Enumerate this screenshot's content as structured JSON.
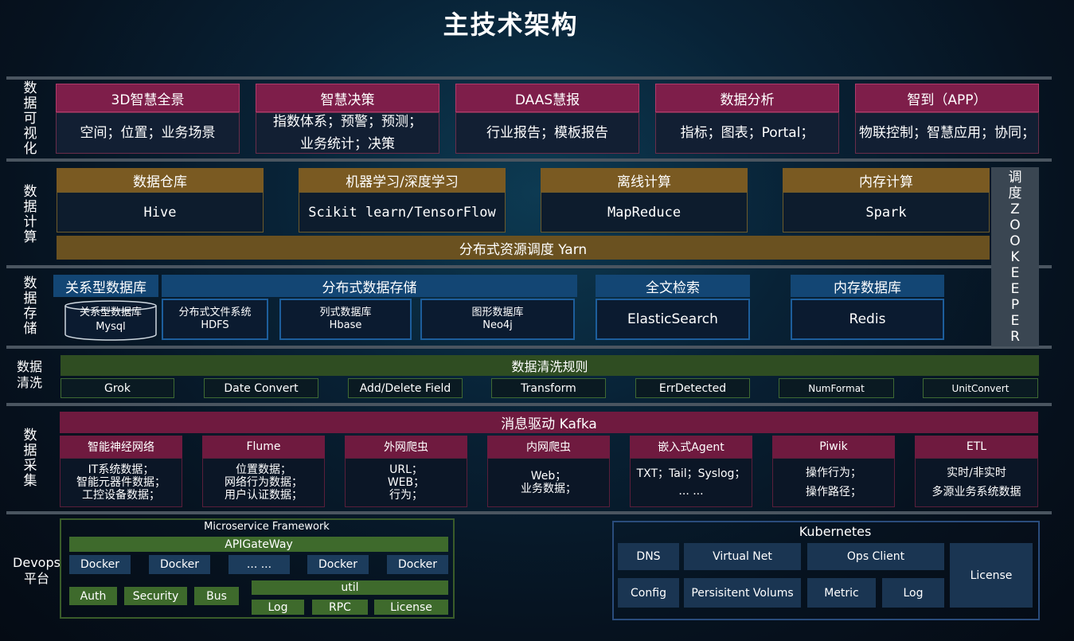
{
  "title": "主技术架构",
  "layers": {
    "visualization": {
      "label": [
        "数",
        "据",
        "可",
        "视",
        "化"
      ],
      "items": [
        {
          "head": "3D智慧全景",
          "body_lines": [
            "空间；位置；业务场景"
          ]
        },
        {
          "head": "智慧决策",
          "body_lines": [
            "指数体系；预警；预测；",
            "业务统计；决策"
          ]
        },
        {
          "head": "DAAS慧报",
          "body_lines": [
            "行业报告；模板报告"
          ]
        },
        {
          "head": "数据分析",
          "body_lines": [
            "指标；图表；Portal；"
          ]
        },
        {
          "head": "智到（APP）",
          "body_lines": [
            "物联控制；智慧应用；协同；"
          ]
        }
      ]
    },
    "compute": {
      "label": [
        "数",
        "据",
        "计",
        "算"
      ],
      "items": [
        {
          "head": "数据仓库",
          "body": "Hive"
        },
        {
          "head": "机器学习/深度学习",
          "body": "Scikit learn/TensorFlow"
        },
        {
          "head": "离线计算",
          "body": "MapReduce"
        },
        {
          "head": "内存计算",
          "body": "Spark"
        }
      ],
      "yarn": "分布式资源调度 Yarn"
    },
    "zookeeper": [
      "调",
      "度",
      "Z",
      "O",
      "O",
      "K",
      "E",
      "E",
      "P",
      "E",
      "R"
    ],
    "storage": {
      "label": [
        "数",
        "据",
        "存",
        "储"
      ],
      "relational_head": "关系型数据库",
      "relational_cylinder": [
        "关系型数据库",
        "Mysql"
      ],
      "distributed_head": "分布式数据存储",
      "distributed_items": [
        [
          "分布式文件系统",
          "HDFS"
        ],
        [
          "列式数据库",
          "Hbase"
        ],
        [
          "图形数据库",
          "Neo4j"
        ]
      ],
      "search_head": "全文检索",
      "search_body": "ElasticSearch",
      "memdb_head": "内存数据库",
      "memdb_body": "Redis"
    },
    "cleaning": {
      "label": [
        "数据",
        "清洗"
      ],
      "head": "数据清洗规则",
      "items": [
        "Grok",
        "Date Convert",
        "Add/Delete Field",
        "Transform",
        "ErrDetected",
        "NumFormat",
        "UnitConvert"
      ]
    },
    "collection": {
      "label": [
        "数",
        "据",
        "采",
        "集"
      ],
      "head": "消息驱动 Kafka",
      "items": [
        {
          "head": "智能神经网络",
          "body_lines": [
            "IT系统数据；",
            "智能元器件数据；",
            "工控设备数据；"
          ]
        },
        {
          "head": "Flume",
          "body_lines": [
            "位置数据；",
            "网络行为数据；",
            "用户认证数据；"
          ]
        },
        {
          "head": "外网爬虫",
          "body_lines": [
            "URL；",
            "WEB；",
            "行为；"
          ]
        },
        {
          "head": "内网爬虫",
          "body_lines": [
            "Web；",
            "业务数据；"
          ]
        },
        {
          "head": "嵌入式Agent",
          "body_lines": [
            "TXT；Tail；Syslog；",
            "... ..."
          ]
        },
        {
          "head": "Piwik",
          "body_lines": [
            "操作行为；",
            "操作路径；"
          ]
        },
        {
          "head": "ETL",
          "body_lines": [
            "实时/非实时",
            "多源业务系统数据"
          ]
        }
      ]
    },
    "devops": {
      "label": [
        "Devops",
        "平台"
      ],
      "microservice": {
        "title": "Microservice Framework",
        "gateway": "APIGateWay",
        "dockers": [
          "Docker",
          "Docker",
          "... ...",
          "Docker",
          "Docker"
        ],
        "left_bottom": [
          "Auth",
          "Security",
          "Bus"
        ],
        "util": "util",
        "util_items": [
          "Log",
          "RPC",
          "License"
        ]
      },
      "kubernetes": {
        "title": "Kubernetes",
        "row1": [
          "DNS",
          "Virtual Net",
          "Ops Client"
        ],
        "row2": [
          "Config",
          "Persisitent Volums",
          "Metric",
          "Log"
        ],
        "license": "License"
      }
    }
  }
}
